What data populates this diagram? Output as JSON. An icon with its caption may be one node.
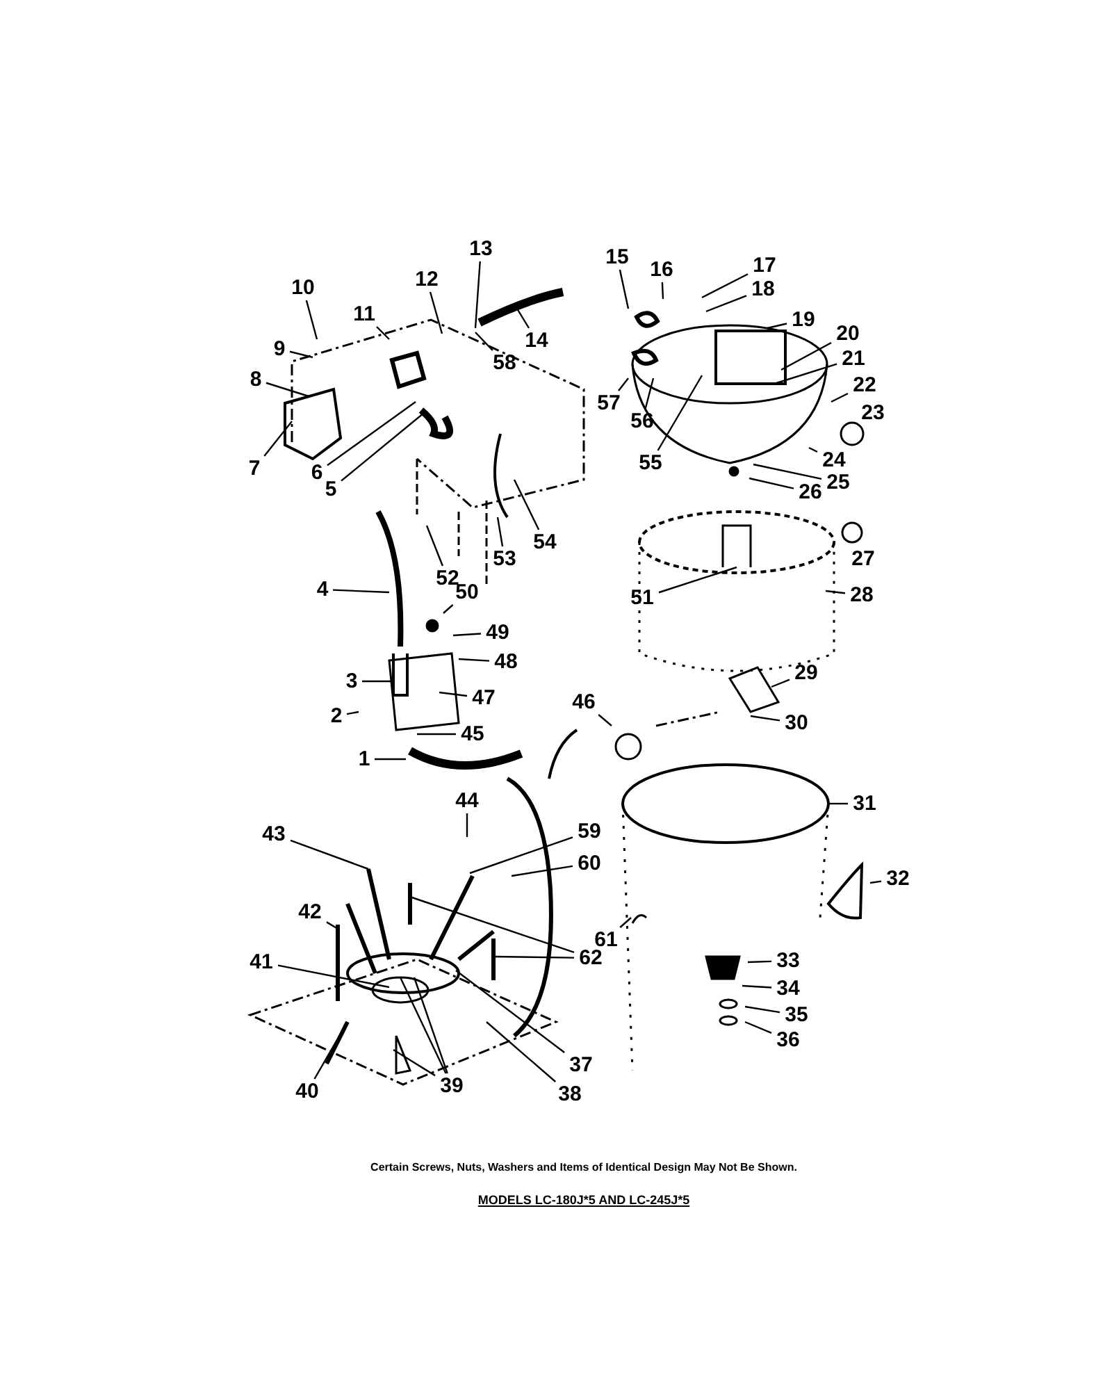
{
  "diagram": {
    "nodes": [
      {
        "text": [
          "1"
        ]
      },
      {
        "text": [
          "2"
        ]
      },
      {
        "text": [
          "3"
        ]
      },
      {
        "text": [
          "4"
        ]
      },
      {
        "text": [
          "5"
        ]
      },
      {
        "text": [
          "6"
        ]
      },
      {
        "text": [
          "7"
        ]
      },
      {
        "text": [
          "8"
        ]
      },
      {
        "text": [
          "9"
        ]
      },
      {
        "text": [
          "10"
        ]
      },
      {
        "text": [
          "11"
        ]
      },
      {
        "text": [
          "12"
        ]
      },
      {
        "text": [
          "13"
        ]
      },
      {
        "text": [
          "14"
        ]
      },
      {
        "text": [
          "15"
        ]
      },
      {
        "text": [
          "16"
        ]
      },
      {
        "text": [
          "17"
        ]
      },
      {
        "text": [
          "18"
        ]
      },
      {
        "text": [
          "19"
        ]
      },
      {
        "text": [
          "20"
        ]
      },
      {
        "text": [
          "21"
        ]
      },
      {
        "text": [
          "22"
        ]
      },
      {
        "text": [
          "23"
        ]
      },
      {
        "text": [
          "24"
        ]
      },
      {
        "text": [
          "25"
        ]
      },
      {
        "text": [
          "26"
        ]
      },
      {
        "text": [
          "27"
        ]
      },
      {
        "text": [
          "28"
        ]
      },
      {
        "text": [
          "29"
        ]
      },
      {
        "text": [
          "30"
        ]
      },
      {
        "text": [
          "31"
        ]
      },
      {
        "text": [
          "32"
        ]
      },
      {
        "text": [
          "33"
        ]
      },
      {
        "text": [
          "34"
        ]
      },
      {
        "text": [
          "35"
        ]
      },
      {
        "text": [
          "36"
        ]
      },
      {
        "text": [
          "37"
        ]
      },
      {
        "text": [
          "38"
        ]
      },
      {
        "text": [
          "39"
        ]
      },
      {
        "text": [
          "40"
        ]
      },
      {
        "text": [
          "41"
        ]
      },
      {
        "text": [
          "42"
        ]
      },
      {
        "text": [
          "43"
        ]
      },
      {
        "text": [
          "44"
        ]
      },
      {
        "text": [
          "45"
        ]
      },
      {
        "text": [
          "46"
        ]
      },
      {
        "text": [
          "47"
        ]
      },
      {
        "text": [
          "48"
        ]
      },
      {
        "text": [
          "49"
        ]
      },
      {
        "text": [
          "50"
        ]
      },
      {
        "text": [
          "51"
        ]
      },
      {
        "text": [
          "52"
        ]
      },
      {
        "text": [
          "53"
        ]
      },
      {
        "text": [
          "54"
        ]
      },
      {
        "text": [
          "55"
        ]
      },
      {
        "text": [
          "56"
        ]
      },
      {
        "text": [
          "57"
        ]
      },
      {
        "text": [
          "58"
        ]
      },
      {
        "text": [
          "59"
        ]
      },
      {
        "text": [
          "60"
        ]
      },
      {
        "text": [
          "61"
        ]
      },
      {
        "text": [
          "62"
        ]
      }
    ],
    "edges": [
      {
        "from": 0,
        "to": null,
        "arrow": "none"
      },
      {
        "from": 1,
        "to": null,
        "arrow": "none"
      },
      {
        "from": 2,
        "to": null,
        "arrow": "none"
      },
      {
        "from": 3,
        "to": null,
        "arrow": "none"
      },
      {
        "from": 4,
        "to": null,
        "arrow": "none"
      },
      {
        "from": 5,
        "to": null,
        "arrow": "none"
      },
      {
        "from": 6,
        "to": null,
        "arrow": "none"
      },
      {
        "from": 7,
        "to": null,
        "arrow": "none"
      },
      {
        "from": 8,
        "to": null,
        "arrow": "none"
      },
      {
        "from": 9,
        "to": null,
        "arrow": "none"
      },
      {
        "from": 10,
        "to": null,
        "arrow": "none"
      },
      {
        "from": 11,
        "to": null,
        "arrow": "none"
      },
      {
        "from": 12,
        "to": null,
        "arrow": "none"
      },
      {
        "from": 13,
        "to": null,
        "arrow": "none"
      },
      {
        "from": 14,
        "to": null,
        "arrow": "none"
      },
      {
        "from": 15,
        "to": null,
        "arrow": "none"
      },
      {
        "from": 16,
        "to": null,
        "arrow": "none"
      },
      {
        "from": 17,
        "to": null,
        "arrow": "none"
      },
      {
        "from": 18,
        "to": null,
        "arrow": "none"
      },
      {
        "from": 19,
        "to": null,
        "arrow": "none"
      },
      {
        "from": 20,
        "to": null,
        "arrow": "none"
      },
      {
        "from": 21,
        "to": null,
        "arrow": "none"
      },
      {
        "from": 23,
        "to": null,
        "arrow": "none"
      },
      {
        "from": 24,
        "to": null,
        "arrow": "none"
      },
      {
        "from": 25,
        "to": null,
        "arrow": "none"
      },
      {
        "from": 27,
        "to": null,
        "arrow": "none"
      },
      {
        "from": 28,
        "to": null,
        "arrow": "none"
      },
      {
        "from": 29,
        "to": null,
        "arrow": "none"
      },
      {
        "from": 30,
        "to": null,
        "arrow": "none"
      },
      {
        "from": 31,
        "to": null,
        "arrow": "none"
      },
      {
        "from": 32,
        "to": null,
        "arrow": "none"
      },
      {
        "from": 33,
        "to": null,
        "arrow": "none"
      },
      {
        "from": 34,
        "to": null,
        "arrow": "none"
      },
      {
        "from": 35,
        "to": null,
        "arrow": "none"
      },
      {
        "from": 36,
        "to": null,
        "arrow": "none"
      },
      {
        "from": 37,
        "to": null,
        "arrow": "none"
      },
      {
        "from": 38,
        "to": null,
        "arrow": "none"
      },
      {
        "from": 39,
        "to": null,
        "arrow": "none"
      },
      {
        "from": 40,
        "to": null,
        "arrow": "none"
      },
      {
        "from": 41,
        "to": null,
        "arrow": "none"
      },
      {
        "from": 42,
        "to": null,
        "arrow": "none"
      },
      {
        "from": 43,
        "to": null,
        "arrow": "none"
      },
      {
        "from": 44,
        "to": null,
        "arrow": "none"
      },
      {
        "from": 45,
        "to": null,
        "arrow": "none"
      },
      {
        "from": 46,
        "to": null,
        "arrow": "none"
      },
      {
        "from": 47,
        "to": null,
        "arrow": "none"
      },
      {
        "from": 48,
        "to": null,
        "arrow": "none"
      },
      {
        "from": 49,
        "to": null,
        "arrow": "none"
      },
      {
        "from": 50,
        "to": null,
        "arrow": "none"
      },
      {
        "from": 51,
        "to": null,
        "arrow": "none"
      },
      {
        "from": 52,
        "to": null,
        "arrow": "none"
      },
      {
        "from": 53,
        "to": null,
        "arrow": "none"
      },
      {
        "from": 54,
        "to": null,
        "arrow": "none"
      },
      {
        "from": 55,
        "to": null,
        "arrow": "none"
      },
      {
        "from": 56,
        "to": null,
        "arrow": "none"
      },
      {
        "from": 57,
        "to": null,
        "arrow": "none"
      },
      {
        "from": 58,
        "to": null,
        "arrow": "none"
      },
      {
        "from": 59,
        "to": null,
        "arrow": "none"
      },
      {
        "from": 60,
        "to": null,
        "arrow": "none"
      },
      {
        "from": 61,
        "to": null,
        "arrow": "none"
      },
      {
        "from": 38,
        "to": null,
        "arrow": "none"
      },
      {
        "from": 38,
        "to": null,
        "arrow": "none"
      },
      {
        "from": 61,
        "to": null,
        "arrow": "none"
      }
    ],
    "labels": [
      "Certain Screws, Nuts, Washers and Items of Identical Design May Not Be Shown.",
      "MODELS LC-180J*5 AND LC-245J*5"
    ]
  }
}
